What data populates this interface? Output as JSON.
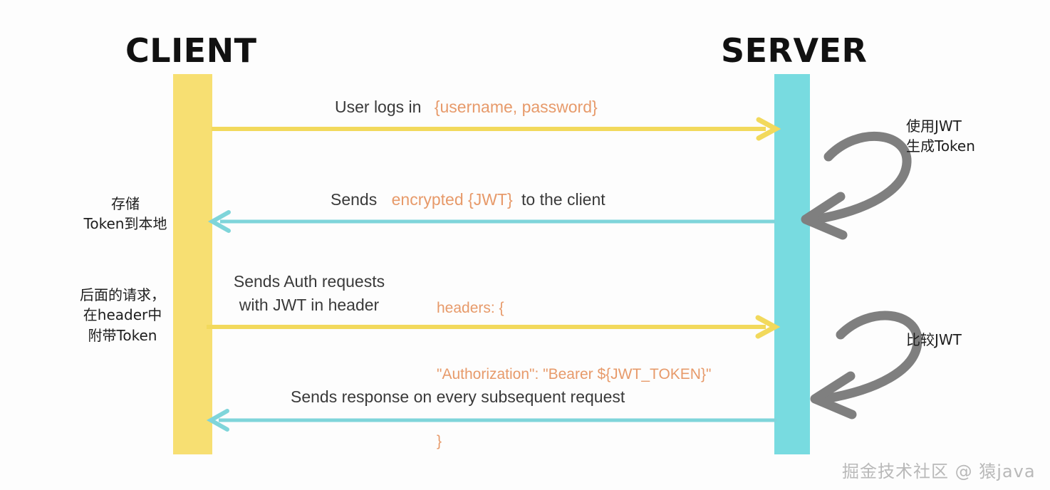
{
  "diagram": {
    "title": "JWT Authentication Flow",
    "actors": {
      "client": "CLIENT",
      "server": "SERVER"
    },
    "colors": {
      "client_bar": "#f7df72",
      "server_bar": "#78dbe0",
      "request_arrow": "#f2d95c",
      "response_arrow": "#7fd5da",
      "accent_text": "#e79a6a",
      "body_text": "#3a3a3a",
      "annotation_arrow": "#7f7f7f",
      "watermark": "#b9b9b9"
    },
    "messages": [
      {
        "id": "msg1",
        "direction": "client-to-server",
        "plain_prefix": "User logs in",
        "accent": "{username, password}",
        "plain_suffix": ""
      },
      {
        "id": "msg2",
        "direction": "server-to-client",
        "plain_prefix": "Sends",
        "accent": "encrypted {JWT}",
        "plain_suffix": "to the client"
      },
      {
        "id": "msg3",
        "direction": "client-to-server",
        "line1": "Sends Auth requests",
        "line2": "with JWT in header"
      },
      {
        "id": "msg4",
        "direction": "server-to-client",
        "text": "Sends response on every subsequent request"
      }
    ],
    "headers_block": {
      "line1": "headers: {",
      "line2": "\"Authorization\": \"Bearer ${JWT_TOKEN}\"",
      "line3": "}"
    },
    "annotations": {
      "store_token": "存储\nToken到本地",
      "subsequent_requests": "后面的请求，\n在header中\n附带Token",
      "generate_token": "使用JWT\n生成Token",
      "compare_jwt": "比较JWT"
    },
    "watermark": "掘金技术社区 @ 猿java"
  }
}
